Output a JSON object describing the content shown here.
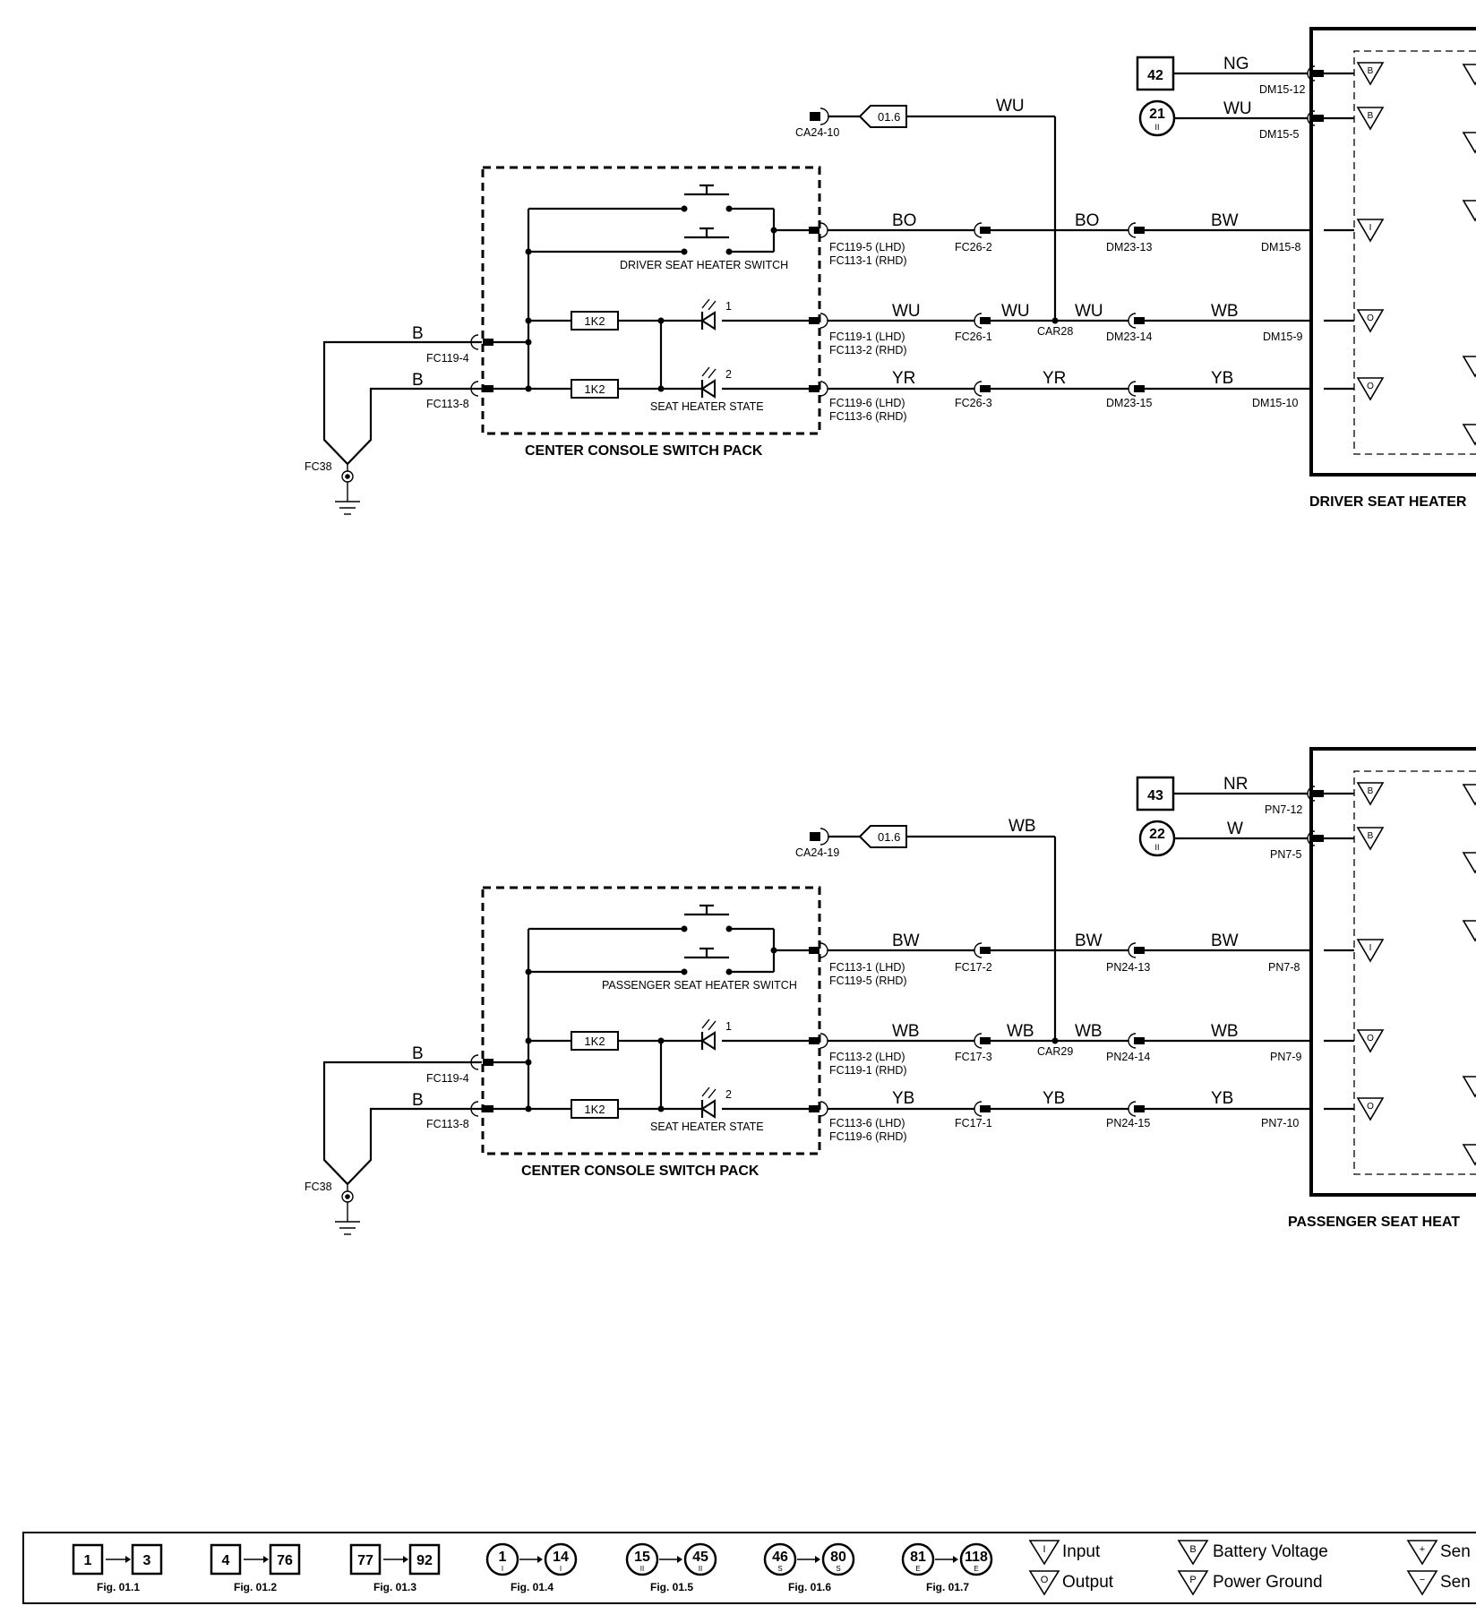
{
  "driver": {
    "title": "DRIVER SEAT HEATER",
    "pack_title": "CENTER CONSOLE SWITCH PACK",
    "switch_label": "DRIVER SEAT HEATER SWITCH",
    "state_label": "SEAT HEATER STATE",
    "resistor": "1K2",
    "led1": "1",
    "led2": "2",
    "ground": "FC38",
    "in_top_conn": "FC119-4",
    "in_bot_conn": "FC113-8",
    "in_wire": "B",
    "ref_conn": "CA24-10",
    "ref_tag": "01.6",
    "ref_wire": "WU",
    "splice": "CAR28",
    "box_num": "42",
    "circ_num": "21",
    "circ_sub": "II",
    "pwr_wire": "NG",
    "pwr_conn": "DM15-12",
    "bat_wire": "WU",
    "bat_conn": "DM15-5",
    "r1_out_lhd": "FC119-5 (LHD)",
    "r1_out_rhd": "FC113-1 (RHD)",
    "r1_w1": "BO",
    "r1_c2": "FC26-2",
    "r1_w2": "BO",
    "r1_c3": "DM23-13",
    "r1_w3": "BW",
    "r1_c4": "DM15-8",
    "r2_out_lhd": "FC119-1 (LHD)",
    "r2_out_rhd": "FC113-2 (RHD)",
    "r2_w1": "WU",
    "r2_c2": "FC26-1",
    "r2_w2": "WU",
    "r2_w2b": "WU",
    "r2_c3": "DM23-14",
    "r2_w3": "WB",
    "r2_c4": "DM15-9",
    "r3_out_lhd": "FC119-6 (LHD)",
    "r3_out_rhd": "FC113-6 (RHD)",
    "r3_w1": "YR",
    "r3_c2": "FC26-3",
    "r3_w2": "YR",
    "r3_c3": "DM23-15",
    "r3_w3": "YB",
    "r3_c4": "DM15-10"
  },
  "passenger": {
    "title": "PASSENGER SEAT HEAT",
    "pack_title": "CENTER CONSOLE SWITCH PACK",
    "switch_label": "PASSENGER SEAT HEATER SWITCH",
    "state_label": "SEAT HEATER STATE",
    "resistor": "1K2",
    "led1": "1",
    "led2": "2",
    "ground": "FC38",
    "in_top_conn": "FC119-4",
    "in_bot_conn": "FC113-8",
    "in_wire": "B",
    "ref_conn": "CA24-19",
    "ref_tag": "01.6",
    "ref_wire": "WB",
    "splice": "CAR29",
    "box_num": "43",
    "circ_num": "22",
    "circ_sub": "II",
    "pwr_wire": "NR",
    "pwr_conn": "PN7-12",
    "bat_wire": "W",
    "bat_conn": "PN7-5",
    "r1_out_lhd": "FC113-1 (LHD)",
    "r1_out_rhd": "FC119-5 (RHD)",
    "r1_w1": "BW",
    "r1_c2": "FC17-2",
    "r1_w2": "BW",
    "r1_c3": "PN24-13",
    "r1_w3": "BW",
    "r1_c4": "PN7-8",
    "r2_out_lhd": "FC113-2 (LHD)",
    "r2_out_rhd": "FC119-1 (RHD)",
    "r2_w1": "WB",
    "r2_c2": "FC17-3",
    "r2_w2": "WB",
    "r2_w2b": "WB",
    "r2_c3": "PN24-14",
    "r2_w3": "WB",
    "r2_c4": "PN7-9",
    "r3_out_lhd": "FC113-6 (LHD)",
    "r3_out_rhd": "FC119-6 (RHD)",
    "r3_w1": "YB",
    "r3_c2": "FC17-1",
    "r3_w2": "YB",
    "r3_c3": "PN24-15",
    "r3_w3": "YB",
    "r3_c4": "PN7-10"
  },
  "pin_symbols": {
    "battery": "B",
    "input": "I",
    "output": "O"
  },
  "legend": {
    "fig1": {
      "from": "1",
      "to": "3",
      "label": "Fig. 01.1"
    },
    "fig2": {
      "from": "4",
      "to": "76",
      "label": "Fig. 01.2"
    },
    "fig3": {
      "from": "77",
      "to": "92",
      "label": "Fig. 01.3"
    },
    "fig4": {
      "from": "1",
      "to": "14",
      "sub": "I",
      "label": "Fig. 01.4"
    },
    "fig5": {
      "from": "15",
      "to": "45",
      "sub": "II",
      "label": "Fig. 01.5"
    },
    "fig6": {
      "from": "46",
      "to": "80",
      "sub": "S",
      "label": "Fig. 01.6"
    },
    "fig7": {
      "from": "81",
      "to": "118",
      "sub": "E",
      "label": "Fig. 01.7"
    },
    "input": "Input",
    "output": "Output",
    "battery_voltage": "Battery Voltage",
    "power_ground": "Power Ground",
    "sen_plus": "Sen",
    "sen_minus": "Sen"
  }
}
